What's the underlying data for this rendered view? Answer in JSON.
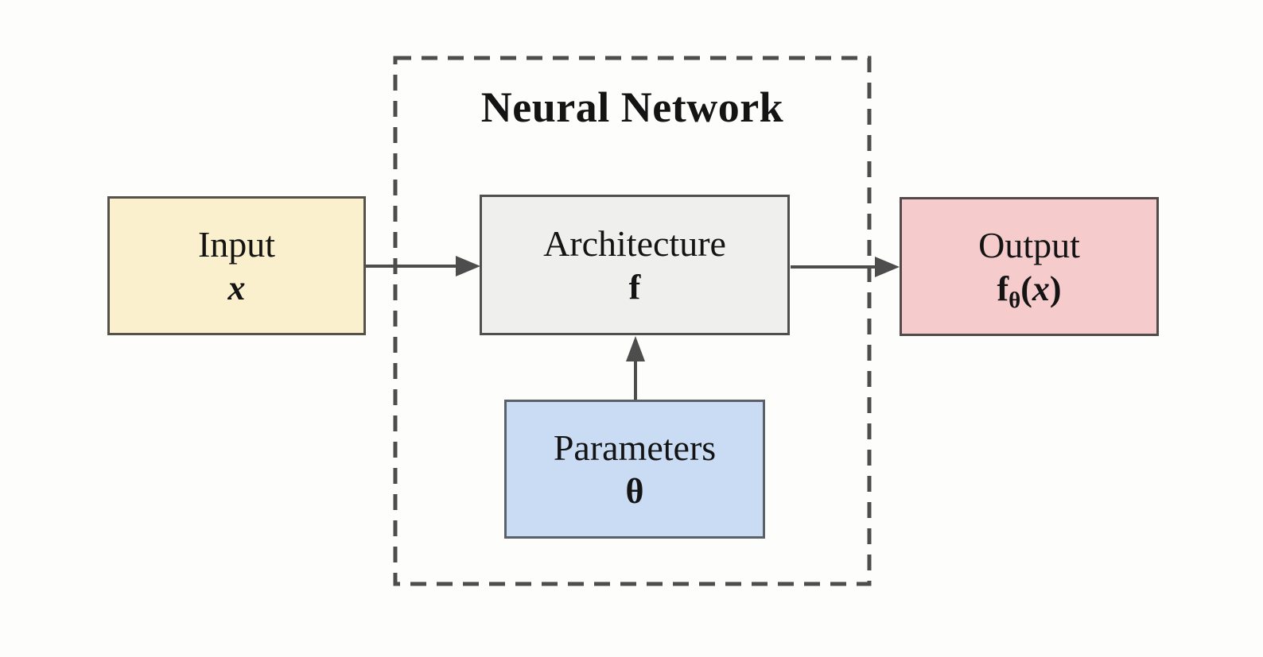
{
  "diagram": {
    "title": "Neural Network",
    "boxes": {
      "input": {
        "label": "Input",
        "symbol": "x"
      },
      "architecture": {
        "label": "Architecture",
        "symbol": "f"
      },
      "parameters": {
        "label": "Parameters",
        "symbol": "θ"
      },
      "output": {
        "label": "Output",
        "symbol_f": "f",
        "symbol_sub": "θ",
        "symbol_open": "(",
        "symbol_x": "x",
        "symbol_close": ")"
      }
    },
    "arrows": [
      {
        "name": "input-to-architecture",
        "direction": "right"
      },
      {
        "name": "architecture-to-output",
        "direction": "right"
      },
      {
        "name": "parameters-to-architecture",
        "direction": "up"
      }
    ],
    "colors": {
      "background": "#fdfdfc",
      "text": "#141414",
      "input_fill": "#fbf0cd",
      "input_border": "#55524b",
      "architecture_fill": "#efefee",
      "architecture_border": "#4f4f4f",
      "parameters_fill": "#c9dcf4",
      "parameters_border": "#5a6068",
      "output_fill": "#f6cbcb",
      "output_border": "#524a4a",
      "container_border": "#4d4d4d",
      "arrow": "#4d4d4d"
    }
  }
}
